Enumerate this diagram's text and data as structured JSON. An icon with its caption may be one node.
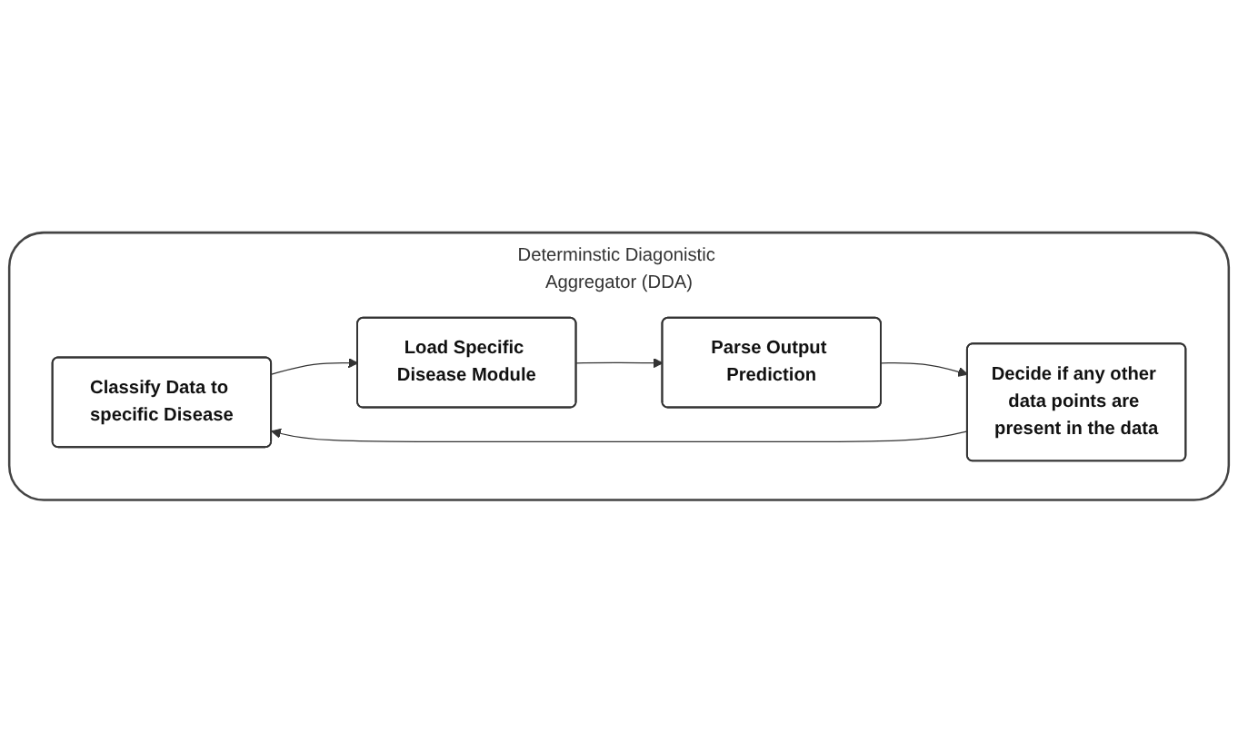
{
  "diagram": {
    "nodes": [
      {
        "text": [
          "Determinstic Diagonistic Aggregator (DDA)"
        ]
      },
      {
        "text": [
          "Classify Data to specific Disease"
        ],
        "in": 0
      },
      {
        "text": [
          "Load Specific Disease Module"
        ],
        "in": 0
      },
      {
        "text": [
          "Parse Output Prediction"
        ],
        "in": 0
      },
      {
        "text": [
          "Decide if any other data points are present in the data"
        ],
        "in": 0
      }
    ],
    "edges": [
      {
        "from": 1,
        "to": 2,
        "arrow": "to"
      },
      {
        "from": 2,
        "to": 3,
        "arrow": "to"
      },
      {
        "from": 3,
        "to": 4,
        "arrow": "to"
      },
      {
        "from": 4,
        "to": 1,
        "arrow": "to"
      }
    ]
  }
}
